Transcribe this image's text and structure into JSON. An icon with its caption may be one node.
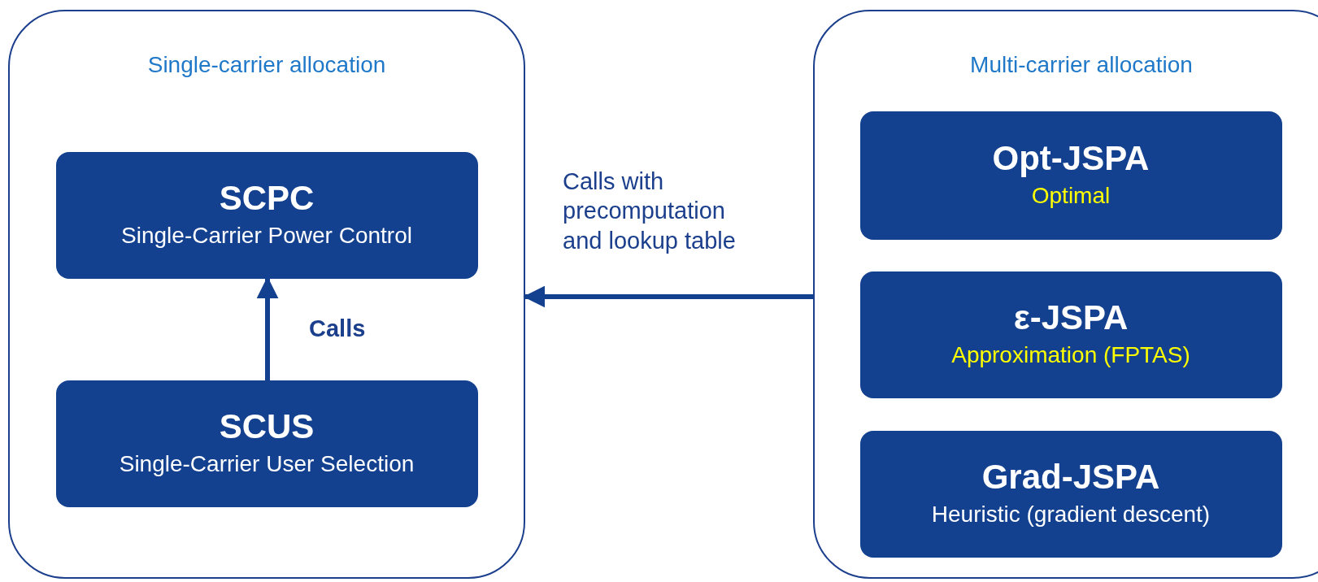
{
  "diagram": {
    "nodes": [
      {
        "text": [
          "Single-carrier allocation"
        ]
      },
      {
        "text": [
          "SCPC",
          "Single-Carrier Power Control"
        ],
        "in": 0
      },
      {
        "text": [
          "SCUS",
          "Single-Carrier User Selection"
        ],
        "in": 0
      },
      {
        "text": [
          "Multi-carrier allocation"
        ]
      },
      {
        "text": [
          "Opt-JSPA",
          "Optimal"
        ],
        "in": 3
      },
      {
        "text": [
          "ε-JSPA",
          "Approximation (FPTAS)"
        ],
        "in": 3
      },
      {
        "text": [
          "Grad-JSPA",
          "Heuristic (gradient descent)"
        ],
        "in": 3
      }
    ],
    "edges": [
      {
        "from": 2,
        "to": 1,
        "arrow": "to",
        "label": "Calls"
      },
      {
        "from": 3,
        "to": 0,
        "arrow": "to",
        "label": "Calls with precomputation and lookup table"
      }
    ]
  }
}
